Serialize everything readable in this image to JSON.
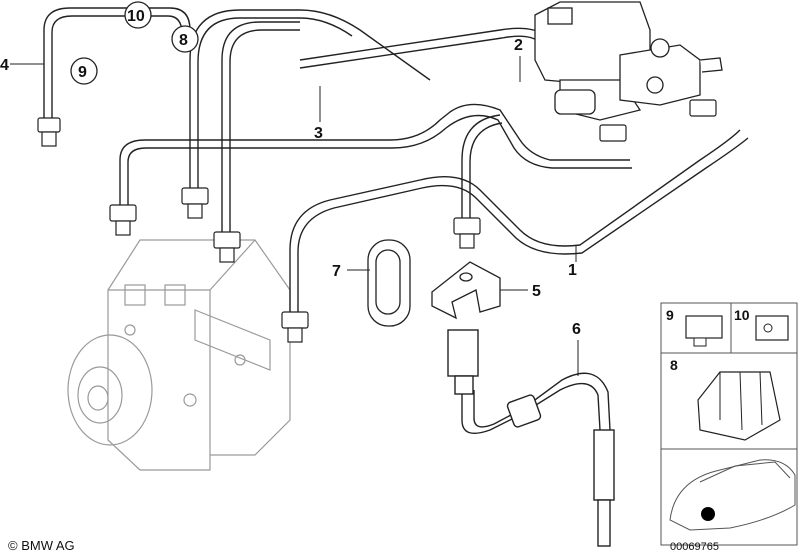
{
  "diagram": {
    "callouts": {
      "c1": "1",
      "c2": "2",
      "c3": "3",
      "c4": "4",
      "c5": "5",
      "c6": "6",
      "c7": "7",
      "c8": "8",
      "c9": "9",
      "c10": "10"
    },
    "inset": {
      "l9": "9",
      "l10": "10",
      "l8": "8"
    },
    "copyright": "© BMW AG",
    "diagram_id": "00069765"
  },
  "colors": {
    "line": "#222222",
    "unit": "#9a9a9a",
    "car_marker": "#000000"
  }
}
